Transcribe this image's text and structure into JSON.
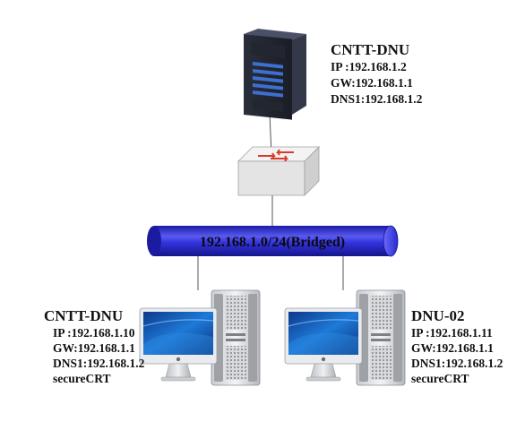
{
  "server": {
    "name": "CNTT-DNU",
    "ip": "IP :192.168.1.2",
    "gw": "GW:192.168.1.1",
    "dns": "DNS1:192.168.1.2"
  },
  "network": {
    "label": "192.168.1.0/24(Bridged)",
    "color": "#2323d4"
  },
  "client_left": {
    "name": "CNTT-DNU",
    "ip": "IP :192.168.1.10",
    "gw": "GW:192.168.1.1",
    "dns": "DNS1:192.168.1.2",
    "app": "secureCRT"
  },
  "client_right": {
    "name": "DNU-02",
    "ip": "IP :192.168.1.11",
    "gw": "GW:192.168.1.1",
    "dns": "DNS1:192.168.1.2",
    "app": "secureCRT"
  },
  "icons": {
    "server": "server-tower-icon",
    "switch": "network-switch-icon",
    "workstation": "desktop-computer-icon"
  }
}
